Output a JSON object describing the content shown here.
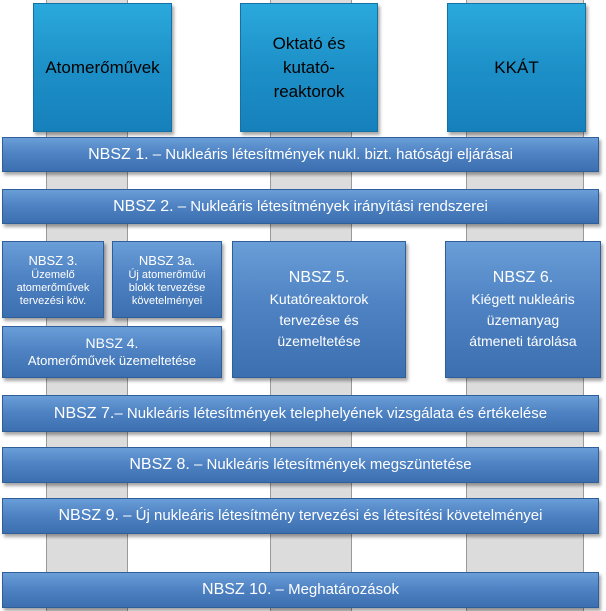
{
  "columns": {
    "col1": "Atomerőművek",
    "col2_line1": "Oktató és",
    "col2_line2": "kutató-",
    "col2_line3": "reaktorok",
    "col3": "KKÁT"
  },
  "bars": {
    "nbsz1": {
      "code": "NBSZ 1.",
      "text": " – Nukleáris létesítmények nukl. bizt. hatósági eljárásai"
    },
    "nbsz2": {
      "code": "NBSZ 2.",
      "text": " – Nukleáris létesítmények irányítási rendszerei"
    },
    "nbsz7": {
      "code": "NBSZ 7.",
      "text": "– Nukleáris létesítmények telephelyének vizsgálata és értékelése"
    },
    "nbsz8": {
      "code": "NBSZ 8.",
      "text": " – Nukleáris létesítmények megszüntetése"
    },
    "nbsz9": {
      "code": "NBSZ 9.",
      "text": " – Új nukleáris létesítmény tervezési és létesítési követelményei"
    },
    "nbsz10": {
      "code": "NBSZ 10.",
      "text": " – Meghatározások"
    }
  },
  "boxes": {
    "nbsz3": {
      "code": "NBSZ 3.",
      "l1": "Üzemelő",
      "l2": "atomerőművek",
      "l3": "tervezési köv."
    },
    "nbsz3a": {
      "code": "NBSZ 3a.",
      "l1": "Új atomerőművi",
      "l2": "blokk tervezése",
      "l3": "követelményei"
    },
    "nbsz4": {
      "code": "NBSZ 4.",
      "l1": "Atomerőművek üzemeltetése"
    },
    "nbsz5": {
      "code": "NBSZ 5.",
      "l1": "Kutatóreaktorok",
      "l2": "tervezése és",
      "l3": "üzemeltetése"
    },
    "nbsz6": {
      "code": "NBSZ 6.",
      "l1": "Kiégett nukleáris",
      "l2": "üzemanyag",
      "l3": "átmeneti tárolása"
    }
  }
}
